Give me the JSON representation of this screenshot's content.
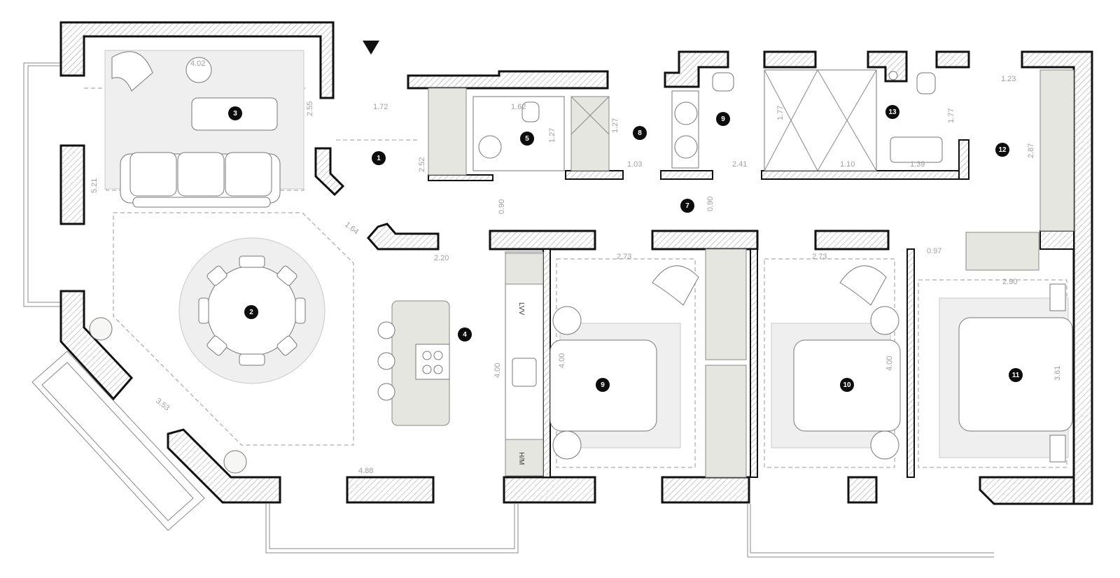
{
  "rooms": [
    {
      "number": "1"
    },
    {
      "number": "2"
    },
    {
      "number": "3"
    },
    {
      "number": "4"
    },
    {
      "number": "5"
    },
    {
      "number": "7"
    },
    {
      "number": "8"
    },
    {
      "number": "9"
    },
    {
      "number": "9"
    },
    {
      "number": "10"
    },
    {
      "number": "11"
    },
    {
      "number": "12"
    },
    {
      "number": "13"
    }
  ],
  "dimensions": [
    "4.02",
    "1.72",
    "2.55",
    "1.62",
    "1.27",
    "1.27",
    "2.52",
    "5.21",
    "1.03",
    "2.41",
    "1.10",
    "1.39",
    "1.77",
    "1.77",
    "1.23",
    "2.87",
    "1.64",
    "0.90",
    "0.90",
    "0.97",
    "2.20",
    "2.73",
    "2.73",
    "2.90",
    "4.00",
    "4.00",
    "4.00",
    "3.61",
    "3.53",
    "4.88"
  ],
  "appliance_labels": {
    "washer": "LVV",
    "fridge": "H/M"
  },
  "colors": {
    "wall_outline": "#111111",
    "cabinet_fill": "#e4e6df",
    "rug_fill": "#efefef",
    "marker_fill": "#0d0d0d"
  },
  "icons": {
    "entrance": "entrance-arrow-icon"
  }
}
